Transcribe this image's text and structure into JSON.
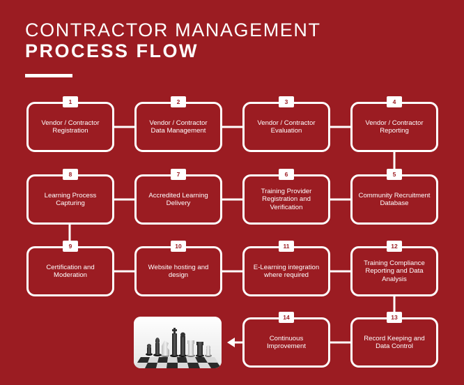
{
  "title": {
    "line1": "CONTRACTOR MANAGEMENT",
    "line2": "PROCESS FLOW"
  },
  "steps": [
    {
      "number": "1",
      "label": "Vendor / Contractor Registration"
    },
    {
      "number": "2",
      "label": "Vendor / Contractor Data Management"
    },
    {
      "number": "3",
      "label": "Vendor / Contractor Evaluation"
    },
    {
      "number": "4",
      "label": "Vendor / Contractor Reporting"
    },
    {
      "number": "5",
      "label": "Community Recruitment Database"
    },
    {
      "number": "6",
      "label": "Training Provider Registration and Verification"
    },
    {
      "number": "7",
      "label": "Accredited Learning Delivery"
    },
    {
      "number": "8",
      "label": "Learning Process Capturing"
    },
    {
      "number": "9",
      "label": "Certification and Moderation"
    },
    {
      "number": "10",
      "label": "Website hosting and design"
    },
    {
      "number": "11",
      "label": "E-Learning integration where required"
    },
    {
      "number": "12",
      "label": "Training Compliance Reporting and Data Analysis"
    },
    {
      "number": "13",
      "label": "Record Keeping and Data Control"
    },
    {
      "number": "14",
      "label": "Continuous Improvement"
    }
  ],
  "colors": {
    "background": "#9b1c22",
    "foreground": "#ffffff"
  },
  "image": {
    "icon": "chess-pieces-image"
  }
}
